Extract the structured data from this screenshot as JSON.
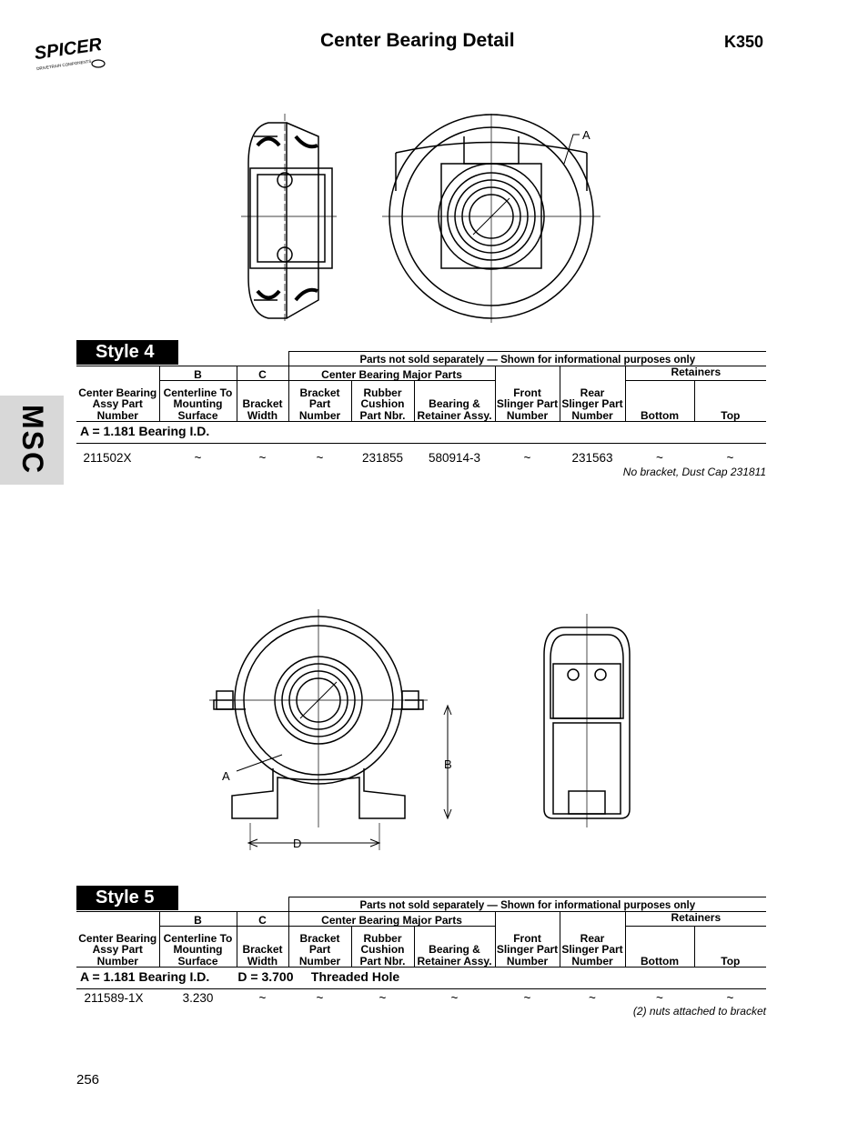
{
  "header": {
    "title": "Center Bearing Detail",
    "model": "K350",
    "brand": "SPICER",
    "brand_sub": "DRIVETRAIN COMPONENTS"
  },
  "side_tab": {
    "label": "MSC"
  },
  "page_number": "256",
  "column_headers": {
    "group_top": "Parts not sold separately — Shown for informational purposes only",
    "assy": "Center Bearing Assy Part Number",
    "b_letter": "B",
    "b_label": "Centerline To Mounting Surface",
    "c_letter": "C",
    "c_label": "Bracket Width",
    "major_group": "Center Bearing Major Parts",
    "bracket": "Bracket Part Number",
    "rubber": "Rubber Cushion Part Nbr.",
    "bearing": "Bearing & Retainer Assy.",
    "front": "Front Slinger Part Number",
    "rear": "Rear Slinger Part Number",
    "retainers": "Retainers",
    "bottom": "Bottom",
    "top": "Top"
  },
  "style4": {
    "label": "Style 4",
    "subhead": "A = 1.181 Bearing I.D.",
    "row": [
      "211502X",
      "~",
      "~",
      "~",
      "231855",
      "580914-3",
      "~",
      "231563",
      "~",
      "~"
    ],
    "note": "No bracket, Dust Cap 231811",
    "diagram_label_a": "A"
  },
  "style5": {
    "label": "Style 5",
    "subhead": "A = 1.181 Bearing I.D.        D = 3.700     Threaded Hole",
    "row": [
      "211589-1X",
      "3.230",
      "~",
      "~",
      "~",
      "~",
      "~",
      "~",
      "~",
      "~"
    ],
    "note": "(2) nuts attached to bracket",
    "diagram_label_a": "A",
    "diagram_label_b": "B",
    "diagram_label_d": "D"
  }
}
